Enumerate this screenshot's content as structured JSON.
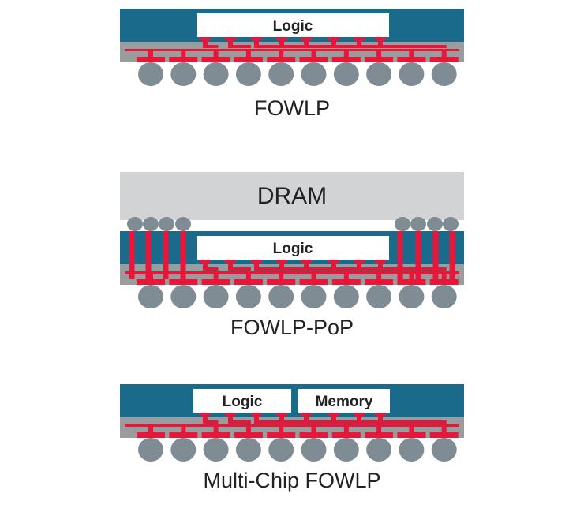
{
  "colors": {
    "mold": "#1a6a8c",
    "rdl_layer": "#9a9c9e",
    "copper": "#e8173a",
    "ball": "#7f8c94",
    "dram": "#d2d3d4",
    "die": "#ffffff"
  },
  "packages": [
    {
      "name": "FOWLP",
      "dies": [
        "Logic"
      ]
    },
    {
      "name": "FOWLP-PoP",
      "top_die": "DRAM",
      "dies": [
        "Logic"
      ]
    },
    {
      "name": "Multi-Chip FOWLP",
      "dies": [
        "Logic",
        "Memory"
      ]
    }
  ]
}
